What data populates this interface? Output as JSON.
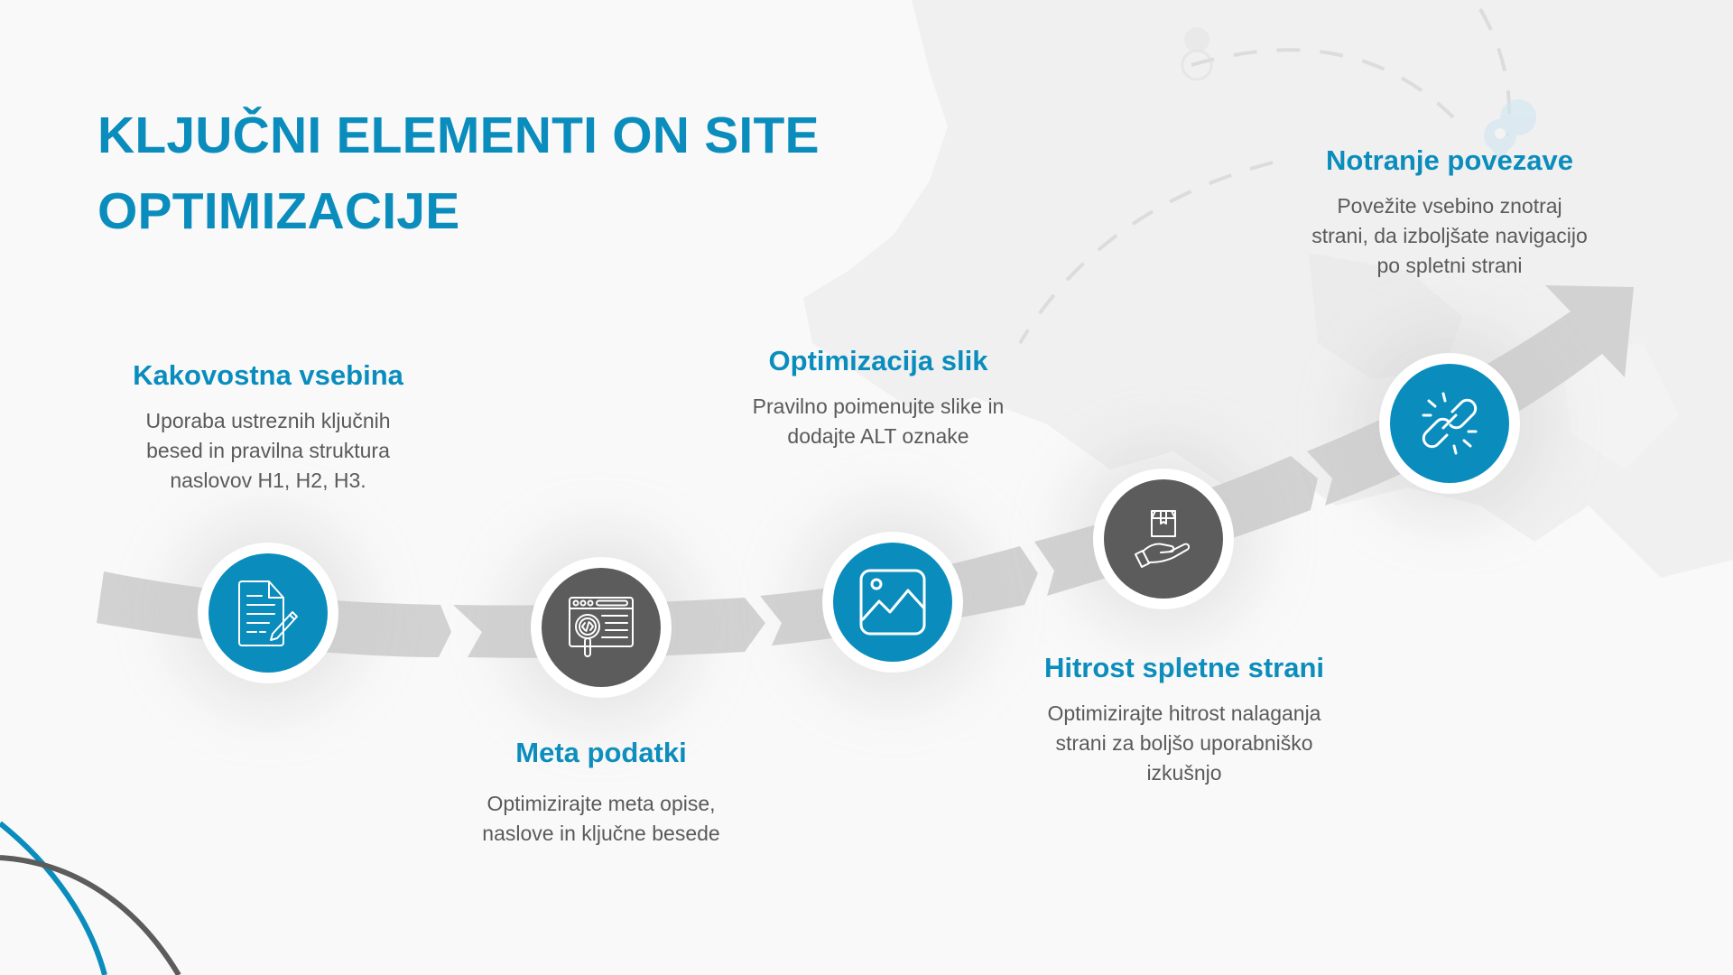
{
  "slide": {
    "title_lines": [
      "KLJUČNI ELEMENTI ON SITE",
      "OPTIMIZACIJE"
    ],
    "colors": {
      "accent_blue": "#0a8dbd",
      "dark_gray": "#5b5c5b",
      "body_text": "#5a5a5a",
      "background": "#f9f9f9",
      "arrow": "#cfcfcf"
    },
    "steps": [
      {
        "heading": "Kakovostna vsebina",
        "lines": [
          "Uporaba ustreznih ključnih",
          "besed in pravilna struktura",
          "naslovov H1, H2, H3."
        ],
        "icon": "document-edit-icon",
        "circle": "blue"
      },
      {
        "heading": "Meta podatki",
        "lines": [
          "Optimizirajte meta opise,",
          "naslove in ključne besede"
        ],
        "icon": "web-code-search-icon",
        "circle": "gray"
      },
      {
        "heading": "Optimizacija slik",
        "lines": [
          "Pravilno poimenujte slike in",
          "dodajte ALT oznake"
        ],
        "icon": "image-icon",
        "circle": "blue"
      },
      {
        "heading": "Hitrost spletne strani",
        "lines": [
          "Optimizirajte hitrost nalaganja",
          "strani za boljšo uporabniško",
          "izkušnjo"
        ],
        "icon": "hand-package-delivery-icon",
        "circle": "gray"
      },
      {
        "heading": "Notranje povezave",
        "lines": [
          "Povežite vsebino znotraj",
          "strani, da izboljšate navigacijo",
          "po spletni strani"
        ],
        "icon": "broken-link-icon",
        "circle": "blue"
      }
    ]
  }
}
